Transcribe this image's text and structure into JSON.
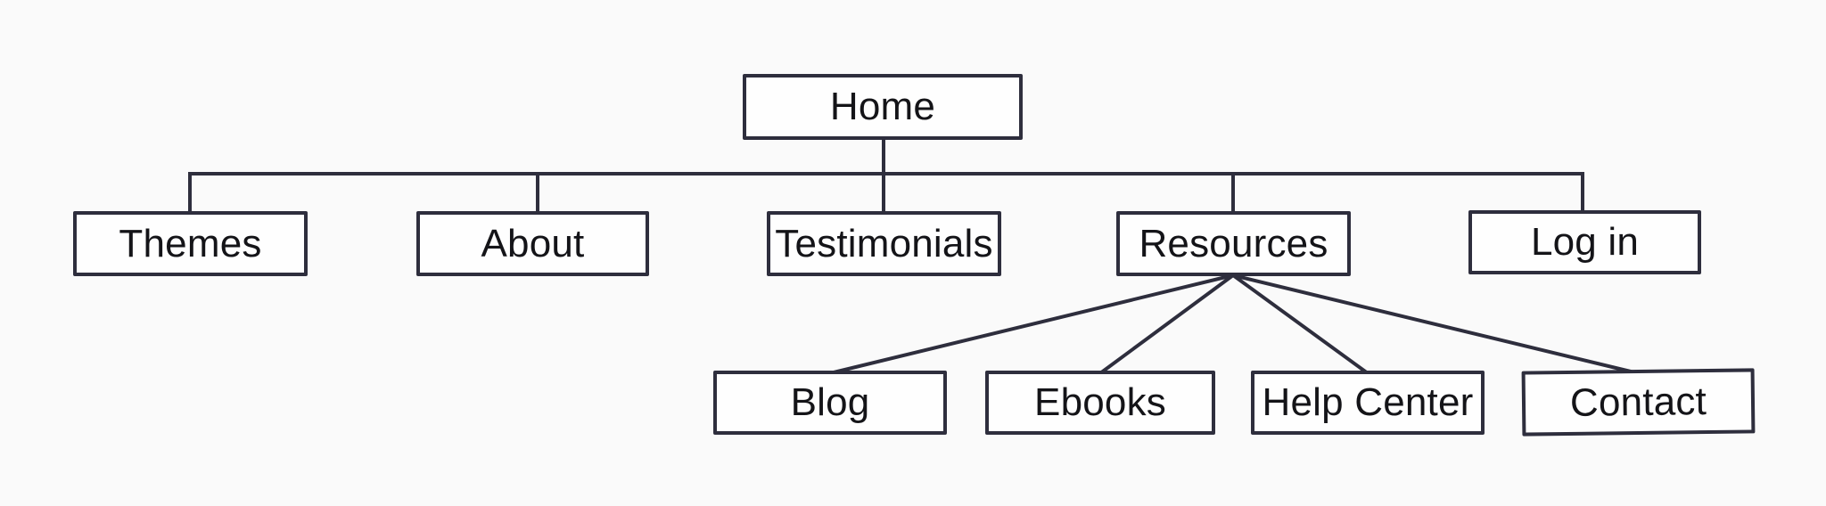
{
  "diagram": {
    "type": "sitemap-tree",
    "colors": {
      "background": "#fafafa",
      "box_fill": "#fefefe",
      "box_border": "#2e2e3d",
      "line": "#2e2e3d",
      "text": "#141418"
    },
    "nodes": {
      "home": {
        "label": "Home",
        "level": 0
      },
      "themes": {
        "label": "Themes",
        "level": 1
      },
      "about": {
        "label": "About",
        "level": 1
      },
      "testimonials": {
        "label": "Testimonials",
        "level": 1
      },
      "resources": {
        "label": "Resources",
        "level": 1
      },
      "login": {
        "label": "Log in",
        "level": 1
      },
      "blog": {
        "label": "Blog",
        "level": 2
      },
      "ebooks": {
        "label": "Ebooks",
        "level": 2
      },
      "help_center": {
        "label": "Help Center",
        "level": 2
      },
      "contact": {
        "label": "Contact",
        "level": 2
      }
    },
    "edges": [
      {
        "from": "Home",
        "to": "Themes"
      },
      {
        "from": "Home",
        "to": "About"
      },
      {
        "from": "Home",
        "to": "Testimonials"
      },
      {
        "from": "Home",
        "to": "Resources"
      },
      {
        "from": "Home",
        "to": "Log in"
      },
      {
        "from": "Resources",
        "to": "Blog"
      },
      {
        "from": "Resources",
        "to": "Ebooks"
      },
      {
        "from": "Resources",
        "to": "Help Center"
      },
      {
        "from": "Resources",
        "to": "Contact"
      }
    ]
  }
}
